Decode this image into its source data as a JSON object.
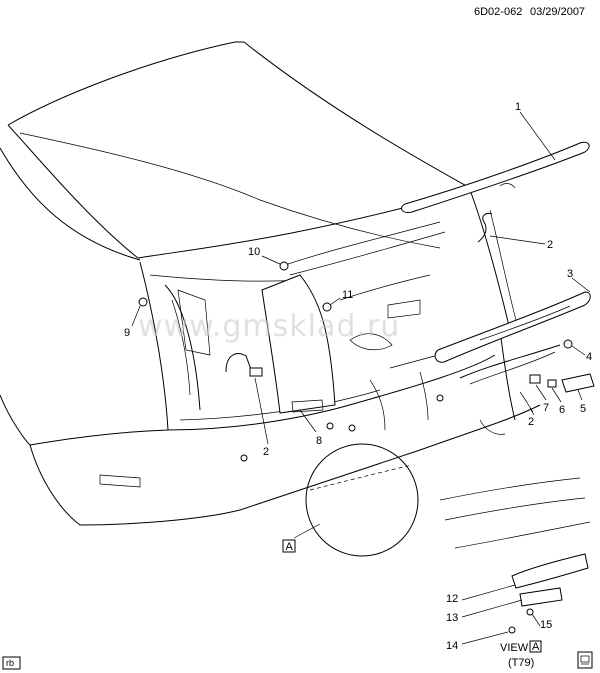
{
  "header": {
    "drawing_id": "6D02-062",
    "date": "03/29/2007"
  },
  "watermark": "www.gmsklad.ru",
  "callouts": [
    "1",
    "2",
    "3",
    "4",
    "5",
    "6",
    "7",
    "2",
    "8",
    "2",
    "9",
    "10",
    "11",
    "12",
    "13",
    "14",
    "15"
  ],
  "view": {
    "label": "VIEW",
    "letter": "A",
    "code": "(T79)"
  },
  "reference_box": "A",
  "footer": {
    "initials": "rb"
  }
}
